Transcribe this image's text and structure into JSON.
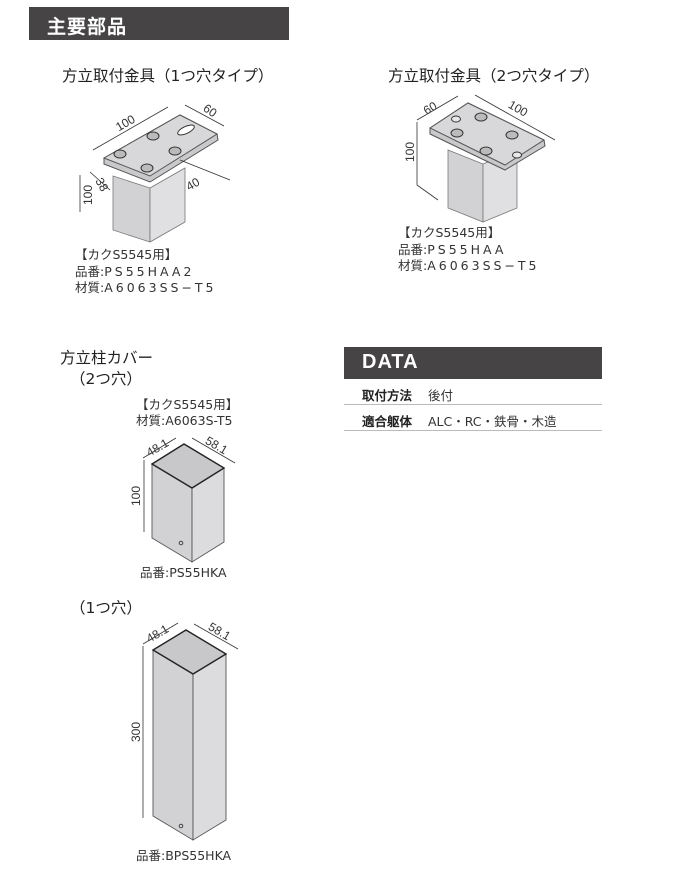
{
  "sections": {
    "main_parts": {
      "title": "主要部品"
    },
    "data": {
      "title": "DATA",
      "rows": [
        {
          "key": "取付方法",
          "value": "後付"
        },
        {
          "key": "適合躯体",
          "value": "ALC・RC・鉄骨・木造"
        }
      ]
    }
  },
  "parts": {
    "bracket_1hole": {
      "title": "方立取付金具（1つ穴タイプ）",
      "compat": "【カクS5545用】",
      "part_no_label": "品番:",
      "part_no": "PS55HAA2",
      "material_label": "材質:",
      "material": "A6063SS−T5",
      "dims": {
        "length": "100",
        "width": "60",
        "height": "100",
        "a": "38",
        "b": "40"
      }
    },
    "bracket_2hole": {
      "title": "方立取付金具（2つ穴タイプ）",
      "compat": "【カクS5545用】",
      "part_no_label": "品番:",
      "part_no": "PS55HAA",
      "material_label": "材質:",
      "material": "A6063SS−T5",
      "dims": {
        "length": "100",
        "width": "60",
        "height": "100"
      }
    },
    "cover_2hole": {
      "title": "方立柱カバー",
      "subtitle": "（2つ穴）",
      "compat": "【カクS5545用】",
      "material": "材質:A6063S-T5",
      "part_no": "品番:PS55HKA",
      "dims": {
        "w1": "48.1",
        "w2": "58.1",
        "height": "100"
      }
    },
    "cover_1hole": {
      "subtitle": "（1つ穴）",
      "part_no": "品番:BPS55HKA",
      "dims": {
        "w1": "48.1",
        "w2": "58.1",
        "height": "300"
      }
    }
  }
}
